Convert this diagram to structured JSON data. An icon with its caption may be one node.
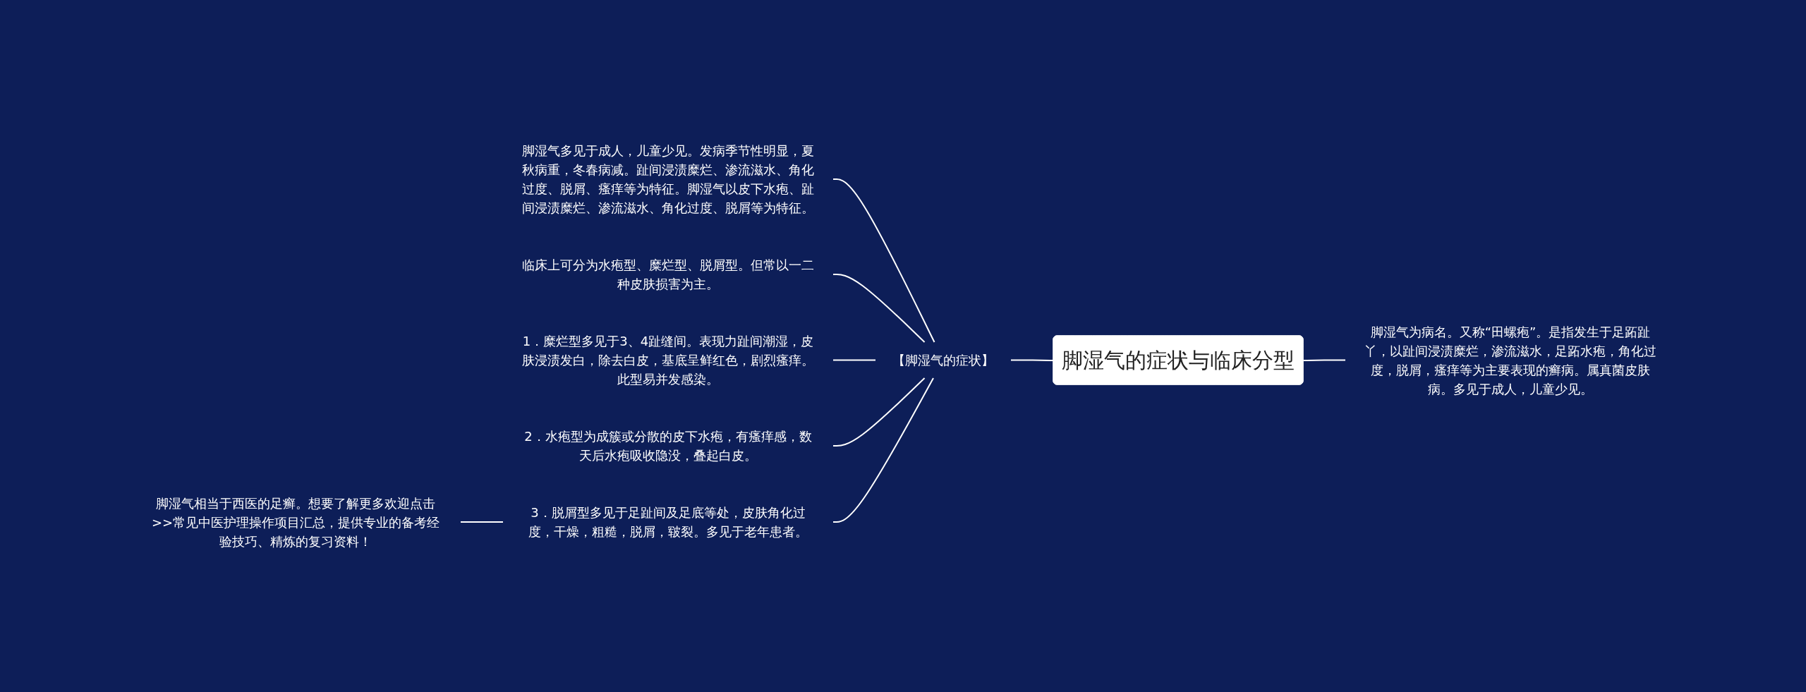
{
  "diagram": {
    "nodes": [
      {
        "text": [
          "脚湿气的症状与临床分型"
        ]
      },
      {
        "text": [
          "【脚湿气的症状】"
        ]
      },
      {
        "text": [
          "脚湿气多见于成人，儿童少见。发病季节性明显，夏秋病重，冬春病减。趾间浸渍糜烂、渗流滋水、角化过度、脱屑、瘙痒等为特征。脚湿气以皮下水疱、趾间浸渍糜烂、渗流滋水、角化过度、脱屑等为特征。"
        ]
      },
      {
        "text": [
          "临床上可分为水疱型、糜烂型、脱屑型。但常以一二种皮肤损害为主。"
        ]
      },
      {
        "text": [
          "1．糜烂型多见于3、4趾缝间。表现力趾间潮湿，皮肤浸渍发白，除去白皮，基底呈鲜红色，剧烈瘙痒。此型易并发感染。"
        ]
      },
      {
        "text": [
          "2．水疱型为成簇或分散的皮下水疱，有瘙痒感，数天后水疱吸收隐没，叠起白皮。"
        ]
      },
      {
        "text": [
          "3．脱屑型多见于足趾间及足底等处，皮肤角化过度，干燥，粗糙，脱屑，皲裂。多见于老年患者。"
        ]
      },
      {
        "text": [
          "脚湿气相当于西医的足癣。想要了解更多欢迎点击>>常见中医护理操作项目汇总，提供专业的备考经验技巧、精炼的复习资料！"
        ]
      },
      {
        "text": [
          "脚湿气为病名。又称“田螺疱”。是指发生于足跖趾丫，以趾间浸渍糜烂，渗流滋水，足跖水疱，角化过度，脱屑，瘙痒等为主要表现的癣病。属真菌皮肤病。多见于成人，儿童少见。"
        ]
      }
    ],
    "edges": [
      {
        "from": 0,
        "to": 1,
        "arrow": "none"
      },
      {
        "from": 1,
        "to": 2,
        "arrow": "none"
      },
      {
        "from": 1,
        "to": 3,
        "arrow": "none"
      },
      {
        "from": 1,
        "to": 4,
        "arrow": "none"
      },
      {
        "from": 1,
        "to": 5,
        "arrow": "none"
      },
      {
        "from": 1,
        "to": 6,
        "arrow": "none"
      },
      {
        "from": 6,
        "to": 7,
        "arrow": "none"
      },
      {
        "from": 0,
        "to": 8,
        "arrow": "none"
      }
    ]
  }
}
